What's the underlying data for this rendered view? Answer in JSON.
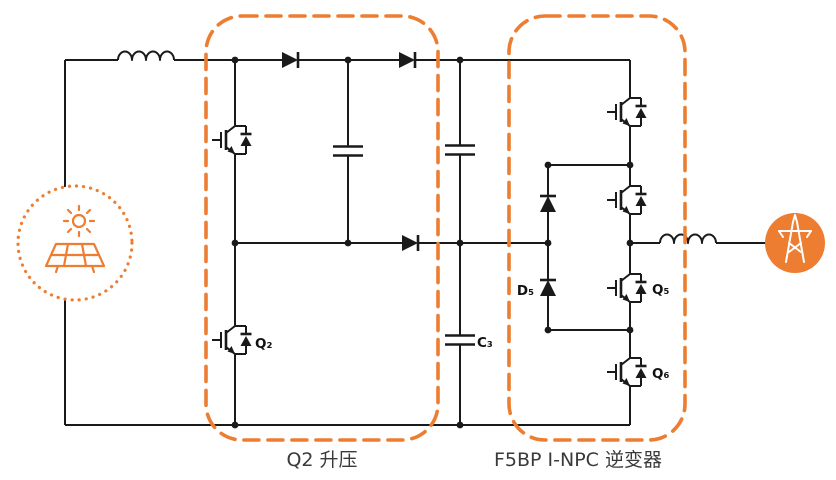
{
  "diagram": {
    "sections": {
      "boost": {
        "caption": "Q2 升压"
      },
      "inverter": {
        "caption": "F5BP I-NPC 逆变器"
      }
    },
    "component_labels": {
      "q2": "Q₂",
      "c3": "C₃",
      "d5": "D₅",
      "q5": "Q₅",
      "q6": "Q₆"
    },
    "icons": {
      "source": "solar-panel-icon",
      "output": "power-grid-icon"
    },
    "colors": {
      "accent_orange": "#ED7D31",
      "line_ink": "#1a1a1a",
      "caption_gray": "#3a3a3a"
    }
  }
}
